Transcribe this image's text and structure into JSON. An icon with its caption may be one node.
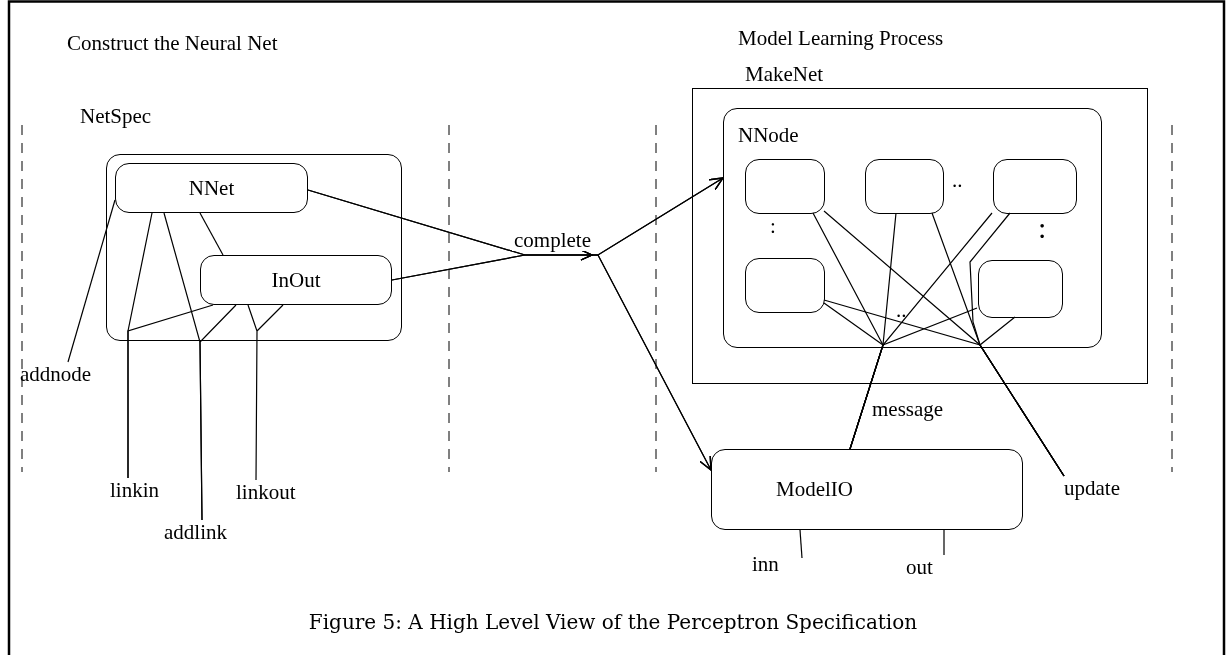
{
  "diagram": {
    "caption": "Figure 5: A High Level View of the Perceptron Specification",
    "nodes": [
      {
        "text": [
          "NetSpec"
        ]
      },
      {
        "text": [
          "NNet"
        ],
        "in": 0
      },
      {
        "text": [
          "InOut"
        ],
        "in": 0
      },
      {
        "text": [
          "MakeNet"
        ]
      },
      {
        "text": [
          "NNode"
        ],
        "in": 3
      },
      {
        "text": [],
        "shape": "box",
        "in": 4
      },
      {
        "text": [],
        "shape": "box",
        "in": 4
      },
      {
        "text": [],
        "shape": "box",
        "in": 4
      },
      {
        "text": [],
        "shape": "box",
        "in": 4
      },
      {
        "text": [],
        "shape": "box",
        "in": 4
      },
      {
        "text": [
          "ModelIO"
        ]
      },
      {
        "text": [
          "addnode"
        ]
      },
      {
        "text": [
          "linkin"
        ]
      },
      {
        "text": [
          "addlink"
        ]
      },
      {
        "text": [
          "linkout"
        ]
      },
      {
        "text": [
          "update"
        ]
      },
      {
        "text": [
          "inn"
        ]
      },
      {
        "text": [
          "out"
        ]
      }
    ],
    "edges": [
      {
        "from": 11,
        "to": 1,
        "arrow": "none"
      },
      {
        "from": 12,
        "to": 1,
        "arrow": "none"
      },
      {
        "from": 12,
        "to": 2,
        "arrow": "none"
      },
      {
        "from": 13,
        "to": 1,
        "arrow": "none"
      },
      {
        "from": 13,
        "to": 2,
        "arrow": "none"
      },
      {
        "from": 14,
        "to": 2,
        "arrow": "none"
      },
      {
        "from": 1,
        "to": 2,
        "arrow": "none"
      },
      {
        "from": 1,
        "to": 4,
        "arrow": "to",
        "label": "complete"
      },
      {
        "from": 1,
        "to": 10,
        "arrow": "to"
      },
      {
        "from": 2,
        "to": 4,
        "arrow": "to"
      },
      {
        "from": 2,
        "to": 10,
        "arrow": "to"
      },
      {
        "from": 5,
        "to": 10,
        "arrow": "none",
        "label": "message"
      },
      {
        "from": 6,
        "to": 10,
        "arrow": "none"
      },
      {
        "from": 7,
        "to": 10,
        "arrow": "none"
      },
      {
        "from": 8,
        "to": 10,
        "arrow": "none"
      },
      {
        "from": 9,
        "to": 10,
        "arrow": "none"
      },
      {
        "from": 5,
        "to": 15,
        "arrow": "none"
      },
      {
        "from": 6,
        "to": 15,
        "arrow": "none"
      },
      {
        "from": 7,
        "to": 15,
        "arrow": "none"
      },
      {
        "from": 8,
        "to": 15,
        "arrow": "none"
      },
      {
        "from": 9,
        "to": 15,
        "arrow": "none"
      },
      {
        "from": 16,
        "to": 10,
        "arrow": "none"
      },
      {
        "from": 17,
        "to": 10,
        "arrow": "none"
      }
    ],
    "labels": [
      "Construct the Neural Net",
      "Model Learning Process",
      "..",
      ":",
      ":",
      ".."
    ]
  }
}
